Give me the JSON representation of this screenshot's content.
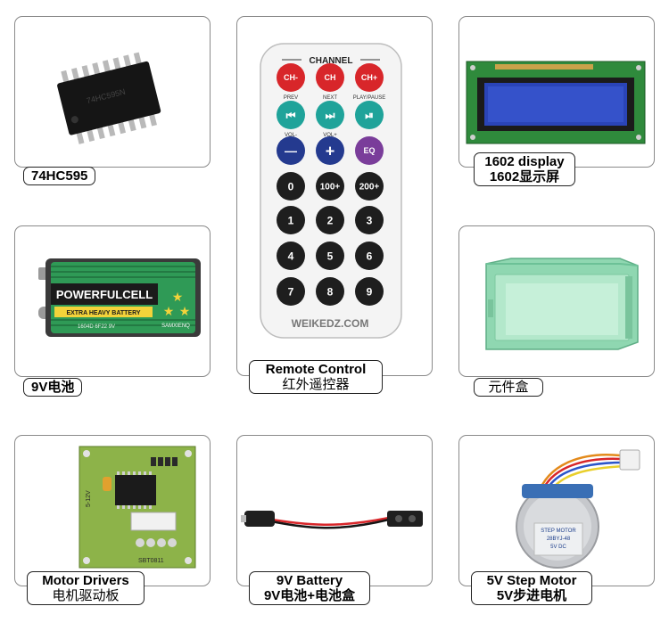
{
  "items": [
    {
      "l1": "74HC595"
    },
    {
      "l1": "Remote Control",
      "l2": "红外遥控器"
    },
    {
      "l1": "1602 display",
      "l2": "1602显示屏"
    },
    {
      "l1": "9V电池"
    },
    {
      "l1": "元件盒"
    },
    {
      "l1": "Motor Drivers",
      "l2": "电机驱动板"
    },
    {
      "l1": "9V Battery",
      "l2": "9V电池+电池盒"
    },
    {
      "l1": "5V Step Motor",
      "l2": "5V步进电机"
    }
  ],
  "remote": {
    "channel": "CHANNEL",
    "row1": [
      "CH-",
      "CH",
      "CH+"
    ],
    "row1_sub": [
      "PREV",
      "NEXT",
      "PLAY/PAUSE"
    ],
    "row2_sub": [
      "VOL-",
      "VOL+"
    ],
    "eq": "EQ",
    "row4": [
      "0",
      "100+",
      "200+"
    ],
    "digits": [
      "1",
      "2",
      "3",
      "4",
      "5",
      "6",
      "7",
      "8",
      "9"
    ],
    "brand": "WEIKEDZ.COM"
  },
  "battery": {
    "brand": "POWERFULCELL",
    "stripe": "EXTRA HEAVY BATTERY",
    "code": "1604D 6F22 9V",
    "maker": "SAMXIENQ"
  },
  "motor_board": {
    "code": "SBT0811",
    "side": "5-12V"
  },
  "step_motor": {
    "line1": "STEP MOTOR",
    "line2": "28BYJ-48",
    "line3": "5V DC"
  },
  "colors": {
    "red": "#d8262a",
    "teal": "#1fa39a",
    "navy": "#243a8f",
    "purple": "#7a3d9a",
    "dark": "#1e1e1e",
    "green": "#2f9a56"
  }
}
